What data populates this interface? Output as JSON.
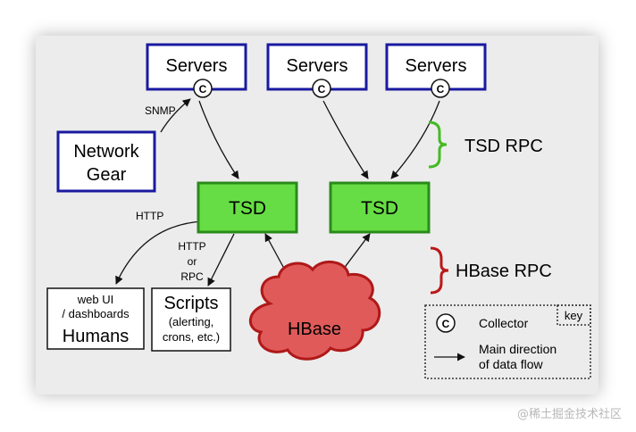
{
  "nodes": {
    "servers": [
      "Servers",
      "Servers",
      "Servers"
    ],
    "collector_symbol": "C",
    "network_gear_line1": "Network",
    "network_gear_line2": "Gear",
    "tsd": [
      "TSD",
      "TSD"
    ],
    "hbase": "HBase",
    "web_ui_line1": "web UI",
    "web_ui_line2": "/ dashboards",
    "web_ui_line3": "Humans",
    "scripts_line1": "Scripts",
    "scripts_line2": "(alerting,",
    "scripts_line3": "crons, etc.)"
  },
  "edges": {
    "snmp": "SNMP",
    "http": "HTTP",
    "http_or_rpc_line1": "HTTP",
    "http_or_rpc_line2": "or",
    "http_or_rpc_line3": "RPC"
  },
  "braces": {
    "tsd_rpc": "TSD RPC",
    "hbase_rpc": "HBase RPC"
  },
  "key": {
    "title": "key",
    "collector_label": "Collector",
    "flow_label_line1": "Main direction",
    "flow_label_line2": "of data flow"
  },
  "watermark": "@稀土掘金技术社区",
  "colors": {
    "server_border": "#1a1aa0",
    "tsd_fill": "#66dd44",
    "tsd_border": "#2a8a1a",
    "hbase_fill": "#e05a5a",
    "hbase_border": "#b01818",
    "tsd_rpc_brace": "#44bb22",
    "hbase_rpc_brace": "#bb1818"
  }
}
